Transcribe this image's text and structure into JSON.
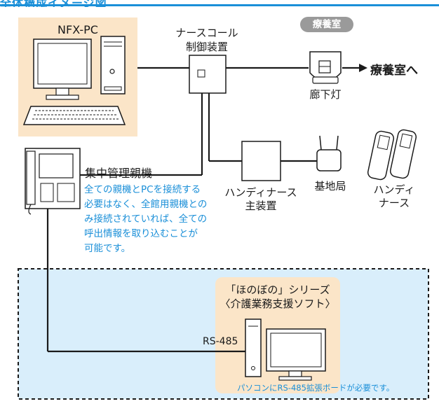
{
  "header": {
    "title": "全体構成イメージ図"
  },
  "room": {
    "badge": "療養室",
    "arrow_label": "療養室へ"
  },
  "nodes": {
    "nfx_pc": "NFX-PC",
    "nurse_call_controller": "ナースコール\n制御装置",
    "corridor_light": "廊下灯",
    "central_console": "集中管理親機",
    "handy_nurse_main": "ハンディナース\n主装置",
    "base_station": "基地局",
    "handy_nurse": "ハンディ\nナース",
    "honobono": "「ほのぼの」シリーズ\n〈介護業務支援ソフト〉",
    "rs485": "RS-485"
  },
  "notes": {
    "central_note": "全ての親機とPCを接続する\n必要はなく、全館用親機との\nみ接続されていれば、全ての\n呼出情報を取り込むことが\n可能です。",
    "pc_requirement": "パソコンにRS-485拡張ボードが必要です。"
  },
  "colors": {
    "accent_blue": "#1a8fd8",
    "peach_panel": "#fbe5c8",
    "light_blue_area": "#d9eefb",
    "line": "#1a1a1a",
    "badge_gray": "#9a9a9a"
  }
}
